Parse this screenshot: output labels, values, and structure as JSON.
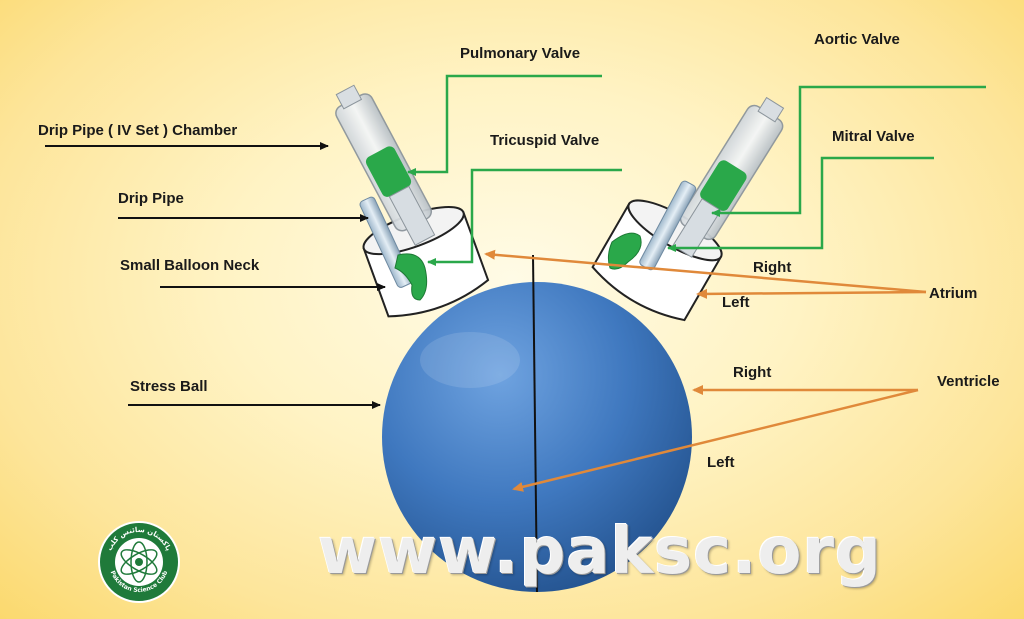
{
  "labels": {
    "drip_chamber": "Drip Pipe ( IV Set ) Chamber",
    "drip_pipe": "Drip Pipe",
    "balloon_neck": "Small Balloon Neck",
    "stress_ball": "Stress Ball",
    "pulmonary_valve": "Pulmonary Valve",
    "tricuspid_valve": "Tricuspid  Valve",
    "aortic_valve": "Aortic  Valve",
    "mitral_valve": "Mitral Valve",
    "atrium_right": "Right",
    "atrium_left": "Left",
    "atrium": "Atrium",
    "ventricle_right": "Right",
    "ventricle_left": "Left",
    "ventricle": "Ventricle"
  },
  "watermark": "www.paksc.org",
  "logo": {
    "text_bottom": "Pakistan Science Club",
    "text_top": "پاکستان سائنس کلب"
  },
  "colors": {
    "ball": "#3f78bf",
    "valve_green": "#2aa84a",
    "arrow_orange": "#e0893a",
    "arrow_black": "#111111"
  }
}
